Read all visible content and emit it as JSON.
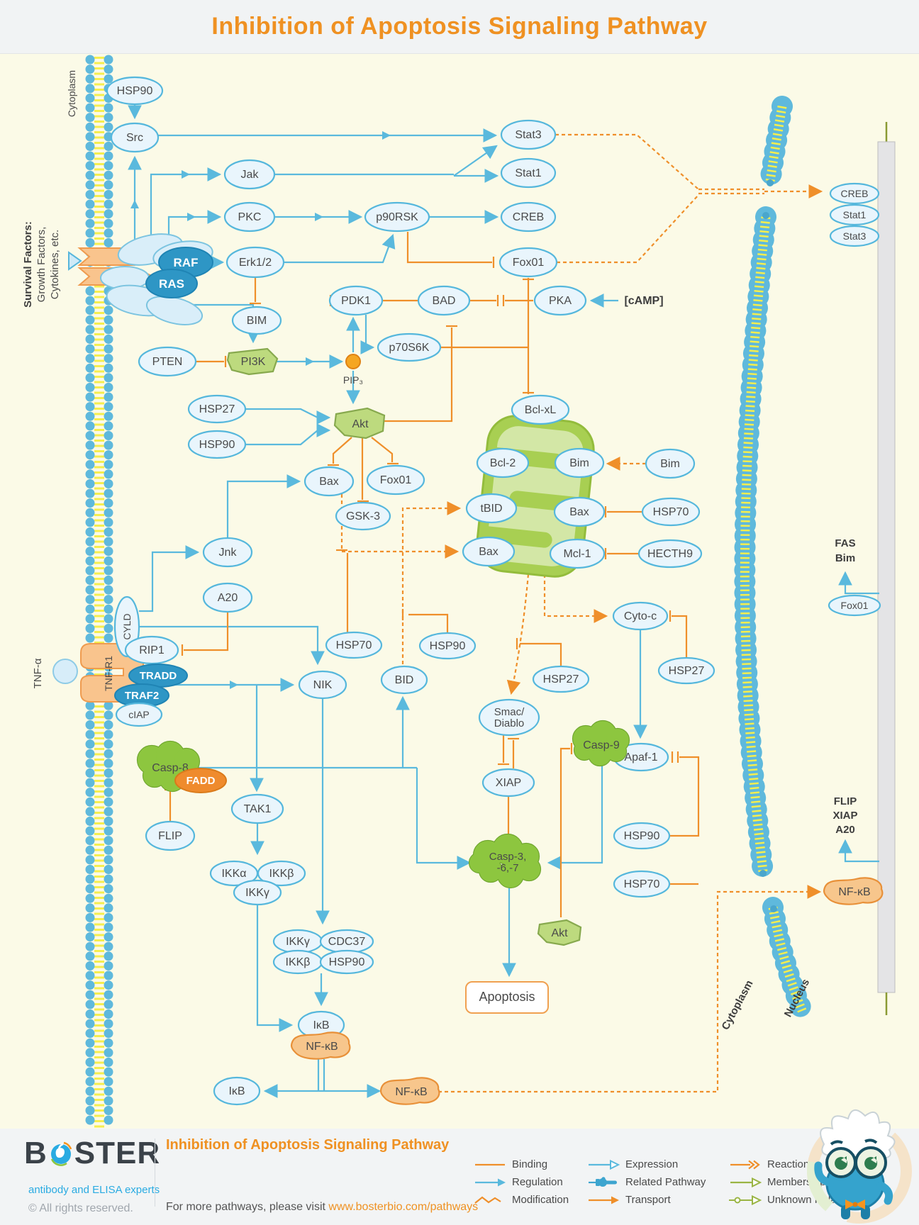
{
  "header": {
    "title": "Inhibition of Apoptosis Signaling Pathway"
  },
  "side": {
    "cytoplasm_top": "Cytoplasm",
    "survival1": "Survival Factors:",
    "survival2": "Growth Factors,",
    "survival3": "Cytokines, etc.",
    "tnf_alpha": "TNF-α",
    "tnf_r1": "TNF-R1",
    "cytoplasm_nm": "Cytoplasm",
    "nucleus_nm": "Nucleus"
  },
  "nodes": {
    "hsp90_src": "HSP90",
    "src": "Src",
    "jak": "Jak",
    "stat3": "Stat3",
    "stat1": "Stat1",
    "pkc": "PKC",
    "p90rsk": "p90RSK",
    "creb": "CREB",
    "erk12": "Erk1/2",
    "fox01_top": "Fox01",
    "bim_erk": "BIM",
    "pdk1": "PDK1",
    "bad": "BAD",
    "pka": "PKA",
    "camp": "[cAMP]",
    "pten": "PTEN",
    "pi3k": "PI3K",
    "pip3": "PIP₃",
    "p70s6k": "p70S6K",
    "hsp27_akt": "HSP27",
    "hsp90_akt": "HSP90",
    "akt": "Akt",
    "bax_akt": "Bax",
    "fox01_akt": "Fox01",
    "gsk3": "GSK-3",
    "bclxl": "Bcl-xL",
    "bcl2": "Bcl-2",
    "bim_mito": "Bim",
    "bim_free": "Bim",
    "tbid": "tBID",
    "bax_mito": "Bax",
    "hsp70_bax": "HSP70",
    "bax_lower": "Bax",
    "mcl1": "Mcl-1",
    "hecth9": "HECTH9",
    "jnk": "Jnk",
    "a20": "A20",
    "cyld": "CYLD",
    "rip1": "RIP1",
    "tradd": "TRADD",
    "traf2": "TRAF2",
    "ciap": "cIAP",
    "nik": "NIK",
    "bid": "BID",
    "hsp70_bid": "HSP70",
    "hsp90_bid": "HSP90",
    "smac1": "Smac/",
    "smac2": "Diablo",
    "xiap": "XIAP",
    "cytoc": "Cyto-c",
    "hsp27_smac": "HSP27",
    "hsp27_cytoc": "HSP27",
    "casp9": "Casp-9",
    "apaf1": "Apaf-1",
    "hsp90_apaf": "HSP90",
    "hsp70_apaf": "HSP70",
    "casp8": "Casp-8",
    "fadd": "FADD",
    "flip": "FLIP",
    "tak1": "TAK1",
    "ikka": "IKKα",
    "ikkb": "IKKβ",
    "ikkg": "IKKγ",
    "ikkg2": "IKKγ",
    "cdc37": "CDC37",
    "ikkb2": "IKKβ",
    "hsp90_ikk": "HSP90",
    "casp3_1": "Casp-3,",
    "casp3_2": "-6,-7",
    "akt_casp": "Akt",
    "apoptosis": "Apoptosis",
    "ikb": "IκB",
    "nfkb1": "NF-κB",
    "ikb2": "IκB",
    "nfkb2": "NF-κB",
    "raf": "RAF",
    "ras": "RAS",
    "creb_n": "CREB",
    "stat1_n": "Stat1",
    "stat3_n": "Stat3",
    "fox01_n": "Fox01",
    "nfkb_n": "NF-κB",
    "fas_n": "FAS",
    "bim_n": "Bim",
    "flip_n": "FLIP",
    "xiap_n": "XIAP",
    "a20_n": "A20"
  },
  "legend": {
    "items": [
      {
        "label": "Binding"
      },
      {
        "label": "Regulation"
      },
      {
        "label": "Modification"
      },
      {
        "label": "Expression"
      },
      {
        "label": "Related Pathway"
      },
      {
        "label": "Transport"
      },
      {
        "label": "Reaction"
      },
      {
        "label": "Membership"
      },
      {
        "label": "Unknown Relation"
      }
    ]
  },
  "footer": {
    "brand_b": "B",
    "brand_ster": "STER",
    "tagline": "antibody and ELISA experts",
    "copyright": "© All rights reserved.",
    "title": "Inhibition of Apoptosis Signaling Pathway",
    "visit_prefix": "For more pathways, please visit ",
    "visit_link": "www.bosterbio.com/pathways"
  },
  "colors": {
    "accent_orange": "#ef9122",
    "node_blue_stroke": "#55b7dc",
    "node_blue_fill": "#e9f5fc",
    "green_enzyme": "#8dc63f",
    "membrane_blue": "#5fb9dc",
    "membrane_yellow": "#f5ee4e",
    "dark_blue": "#2e96c5",
    "link_blue": "#2aabe2"
  }
}
